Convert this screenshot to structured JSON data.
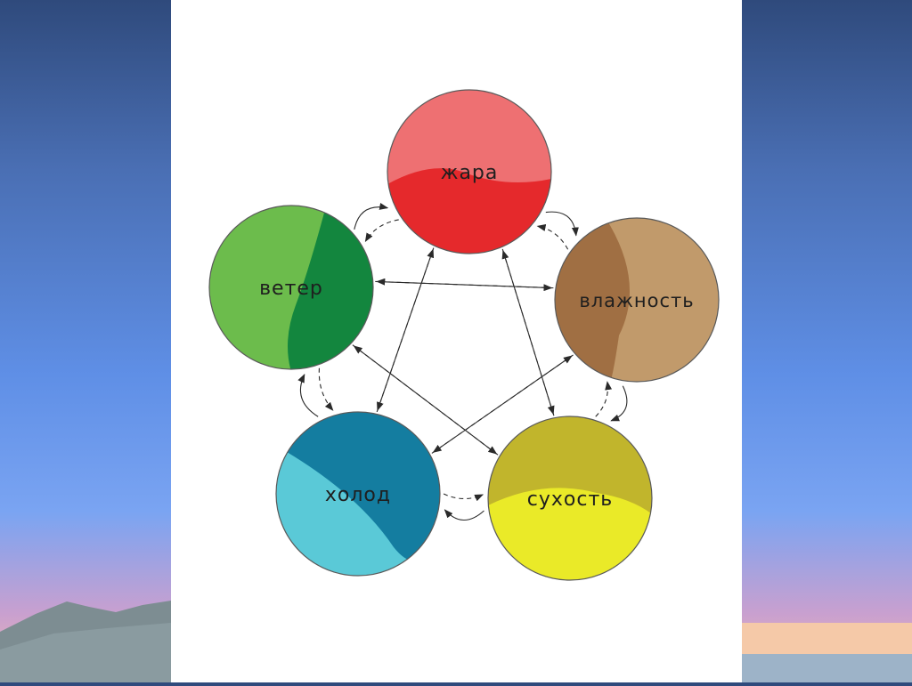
{
  "diagram": {
    "nodes": [
      {
        "id": "heat",
        "label": "жара",
        "top_color": "#ee7072",
        "bottom_color": "#e5292c"
      },
      {
        "id": "humidity",
        "label": "влажность",
        "top_color": "#c19a6b",
        "bottom_color": "#a06f43"
      },
      {
        "id": "dryness",
        "label": "сухость",
        "top_color": "#c1b52c",
        "bottom_color": "#eaea28"
      },
      {
        "id": "cold",
        "label": "холод",
        "top_color": "#147da0",
        "bottom_color": "#5ac9d7"
      },
      {
        "id": "wind",
        "label": "ветер",
        "top_color": "#6cbc4c",
        "bottom_color": "#13863e"
      }
    ],
    "edges": [
      {
        "from": "heat",
        "to": "humidity",
        "style": "solid"
      },
      {
        "from": "humidity",
        "to": "heat",
        "style": "dashed"
      },
      {
        "from": "humidity",
        "to": "dryness",
        "style": "solid"
      },
      {
        "from": "dryness",
        "to": "humidity",
        "style": "dashed"
      },
      {
        "from": "dryness",
        "to": "cold",
        "style": "solid"
      },
      {
        "from": "cold",
        "to": "dryness",
        "style": "dashed"
      },
      {
        "from": "cold",
        "to": "wind",
        "style": "solid"
      },
      {
        "from": "wind",
        "to": "cold",
        "style": "dashed"
      },
      {
        "from": "wind",
        "to": "heat",
        "style": "solid"
      },
      {
        "from": "heat",
        "to": "wind",
        "style": "dashed"
      },
      {
        "from": "heat",
        "to": "dryness",
        "style": "solid"
      },
      {
        "from": "dryness",
        "to": "heat",
        "style": "dashed"
      },
      {
        "from": "wind",
        "to": "humidity",
        "style": "solid"
      },
      {
        "from": "humidity",
        "to": "wind",
        "style": "dashed"
      },
      {
        "from": "humidity",
        "to": "cold",
        "style": "solid"
      },
      {
        "from": "cold",
        "to": "humidity",
        "style": "dashed"
      },
      {
        "from": "cold",
        "to": "heat",
        "style": "solid"
      },
      {
        "from": "heat",
        "to": "cold",
        "style": "dashed"
      },
      {
        "from": "dryness",
        "to": "wind",
        "style": "solid"
      },
      {
        "from": "wind",
        "to": "dryness",
        "style": "dashed"
      }
    ]
  }
}
